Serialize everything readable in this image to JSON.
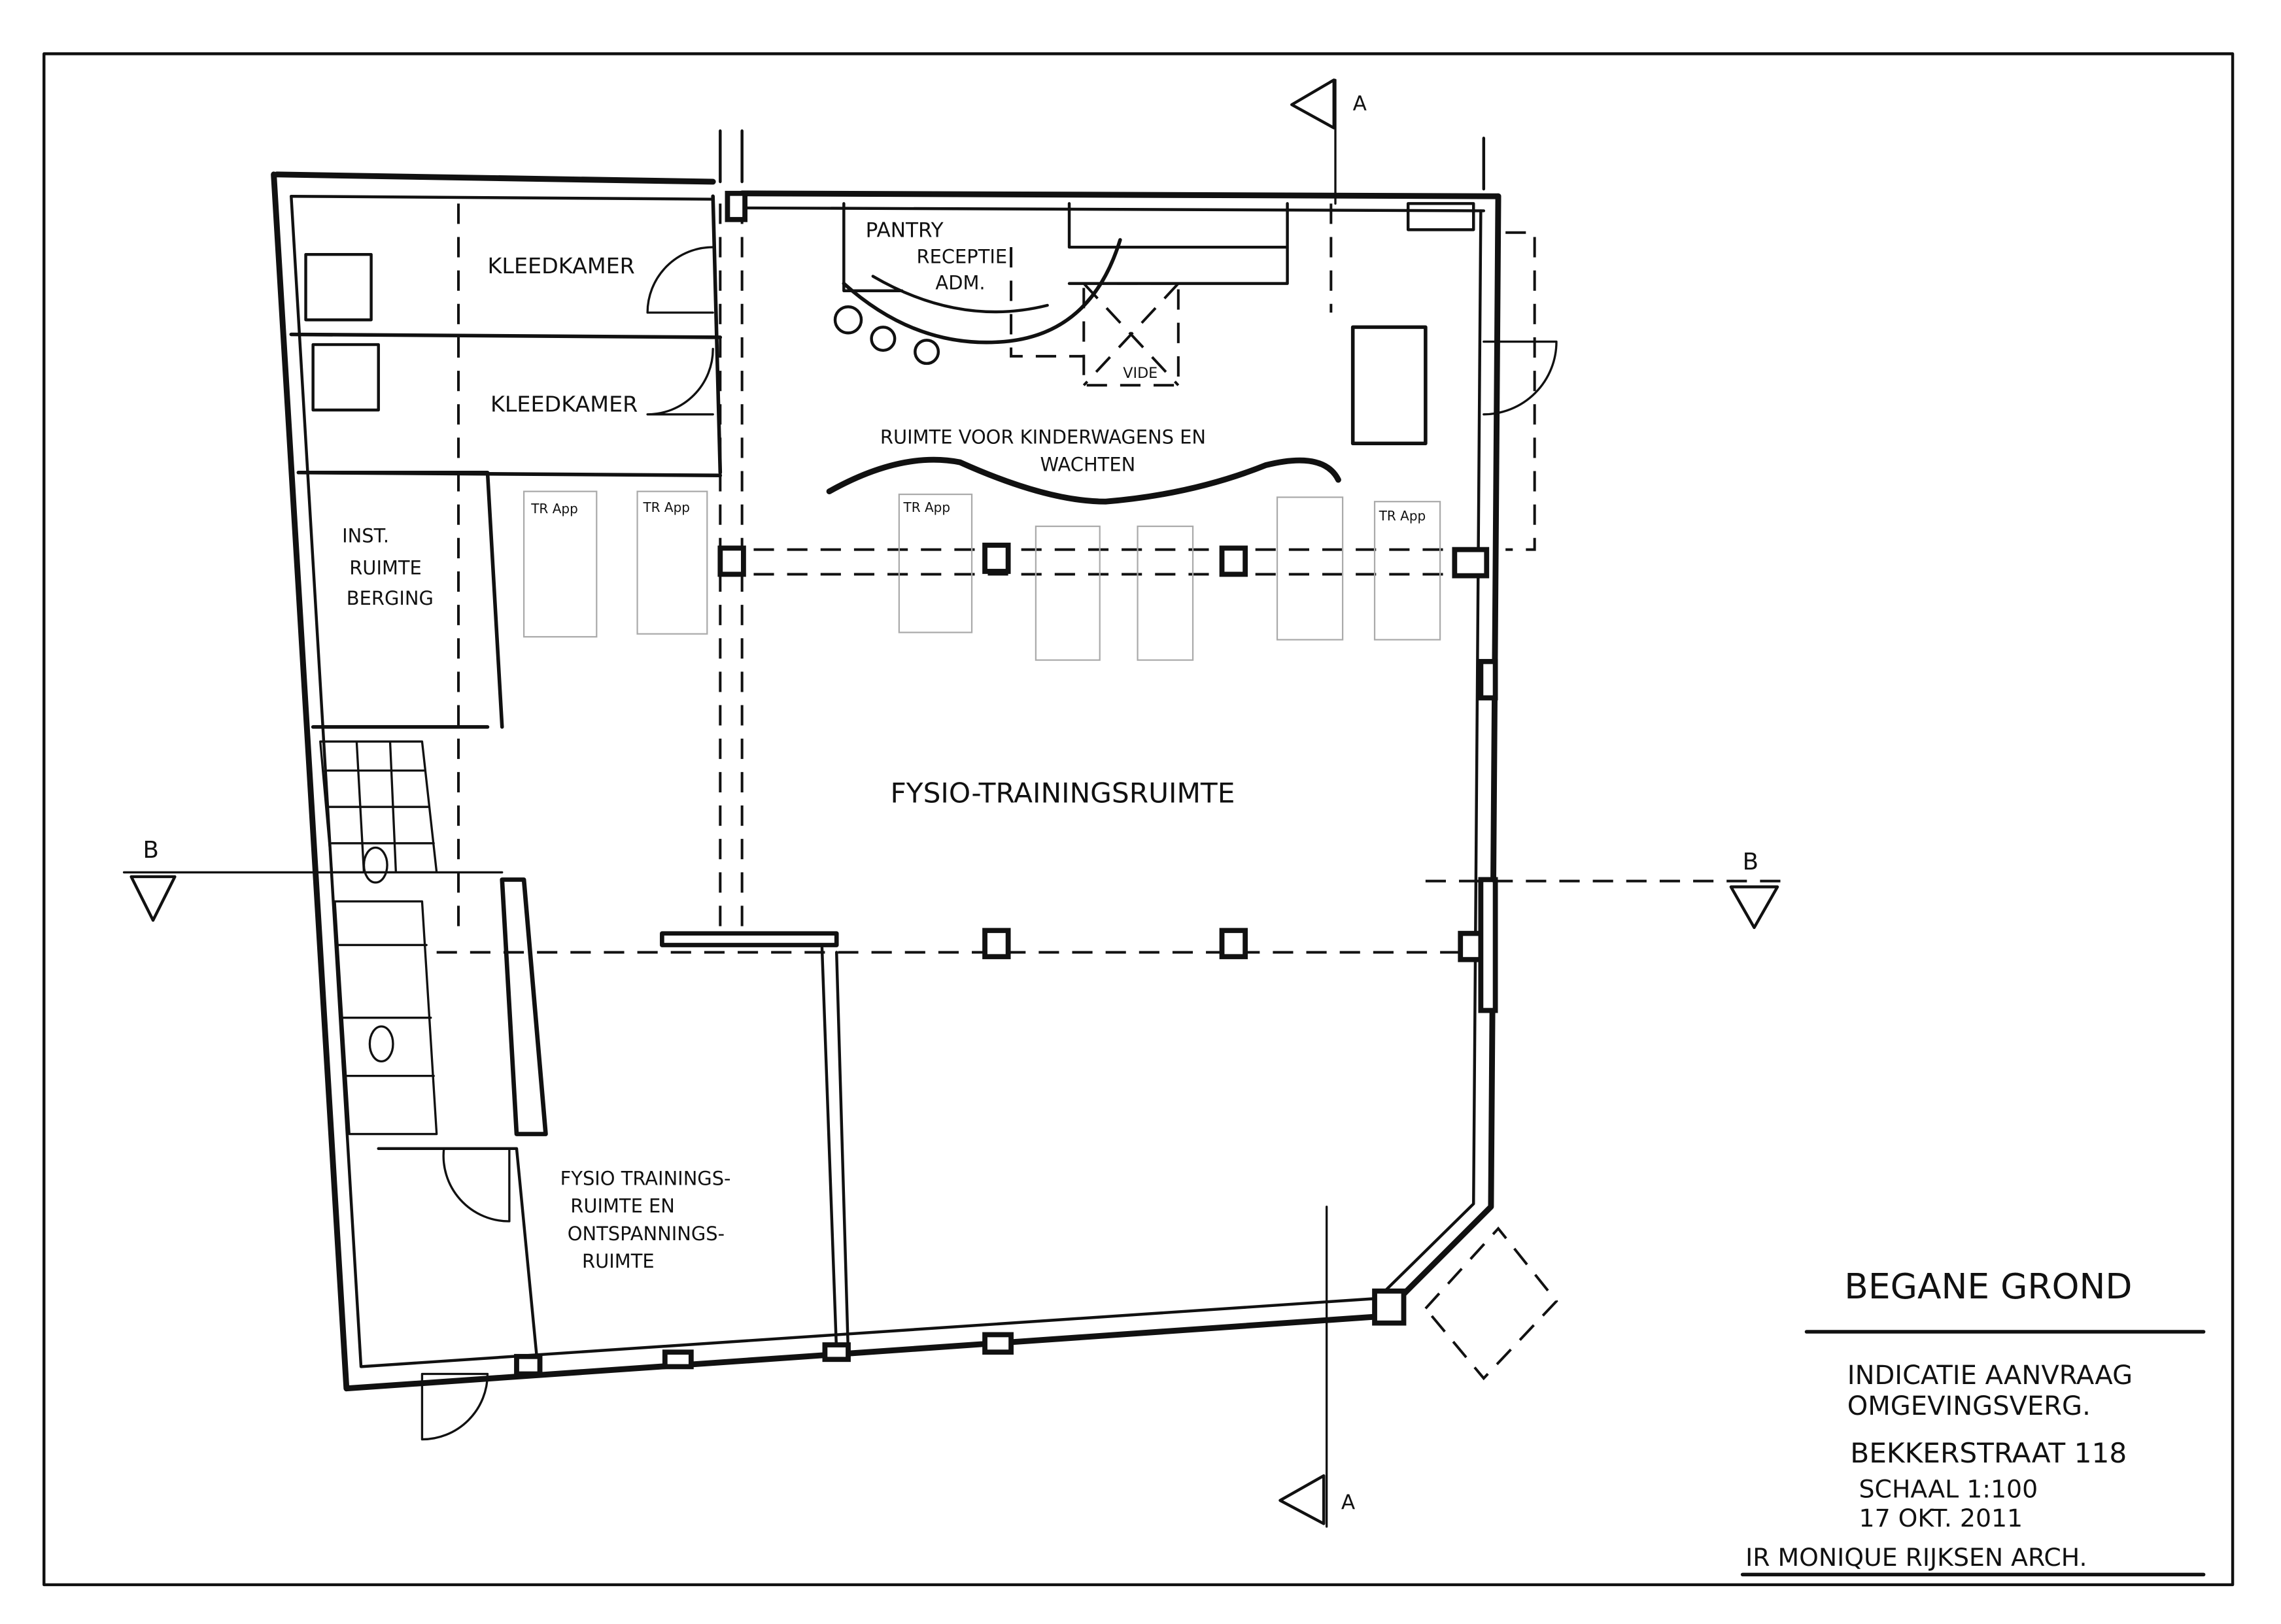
{
  "drawing": {
    "rooms": {
      "kleedkamer_1": "KLEEDKAMER",
      "kleedkamer_2": "KLEEDKAMER",
      "pantry": "PANTRY",
      "receptie": "RECEPTIE",
      "adm": "ADM.",
      "vide": "VIDE",
      "wacht_line1": "RUIMTE VOOR KINDERWAGENS EN",
      "wacht_line2": "WACHTEN",
      "inst_line1": "INST.",
      "inst_line2": "RUIMTE",
      "inst_line3": "BERGING",
      "fysio_main": "FYSIO-TRAININGSRUIMTE",
      "fysio2_line1": "FYSIO TRAININGS-",
      "fysio2_line2": "RUIMTE EN",
      "fysio2_line3": "ONTSPANNINGS-",
      "fysio2_line4": "RUIMTE"
    },
    "equipment_label": "TR App",
    "section_markers": {
      "b_left": "B",
      "b_right": "B",
      "a_top": "A",
      "a_bottom": "A"
    }
  },
  "title_block": {
    "title": "BEGANE GROND",
    "line1": "INDICATIE AANVRAAG",
    "line2": "OMGEVINGSVERG.",
    "address": "BEKKERSTRAAT 118",
    "scale": "SCHAAL 1:100",
    "date": "17 OKT. 2011",
    "architect": "IR MONIQUE RIJKSEN ARCH."
  }
}
